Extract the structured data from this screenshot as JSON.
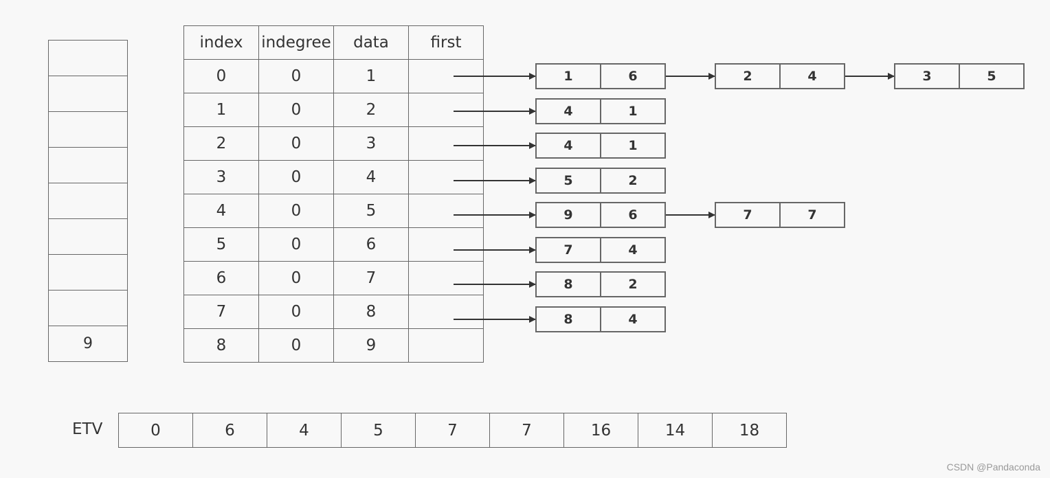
{
  "stack": {
    "cells": [
      "",
      "",
      "",
      "",
      "",
      "",
      "",
      "",
      "9"
    ]
  },
  "vertex_table": {
    "headers": [
      "index",
      "indegree",
      "data",
      "first"
    ],
    "rows": [
      [
        "0",
        "0",
        "1",
        ""
      ],
      [
        "1",
        "0",
        "2",
        ""
      ],
      [
        "2",
        "0",
        "3",
        ""
      ],
      [
        "3",
        "0",
        "4",
        ""
      ],
      [
        "4",
        "0",
        "5",
        ""
      ],
      [
        "5",
        "0",
        "6",
        ""
      ],
      [
        "6",
        "0",
        "7",
        ""
      ],
      [
        "7",
        "0",
        "8",
        ""
      ],
      [
        "8",
        "0",
        "9",
        ""
      ]
    ]
  },
  "adjacency": [
    [
      [
        "1",
        "6"
      ],
      [
        "2",
        "4"
      ],
      [
        "3",
        "5"
      ]
    ],
    [
      [
        "4",
        "1"
      ]
    ],
    [
      [
        "4",
        "1"
      ]
    ],
    [
      [
        "5",
        "2"
      ]
    ],
    [
      [
        "9",
        "6"
      ],
      [
        "7",
        "7"
      ]
    ],
    [
      [
        "7",
        "4"
      ]
    ],
    [
      [
        "8",
        "2"
      ]
    ],
    [
      [
        "8",
        "4"
      ]
    ]
  ],
  "etv": {
    "label": "ETV",
    "values": [
      "0",
      "6",
      "4",
      "5",
      "7",
      "7",
      "16",
      "14",
      "18"
    ]
  },
  "watermark": "CSDN @Pandaconda",
  "colors": {
    "line": "#333333",
    "border": "#666666",
    "background": "#f8f8f8"
  }
}
